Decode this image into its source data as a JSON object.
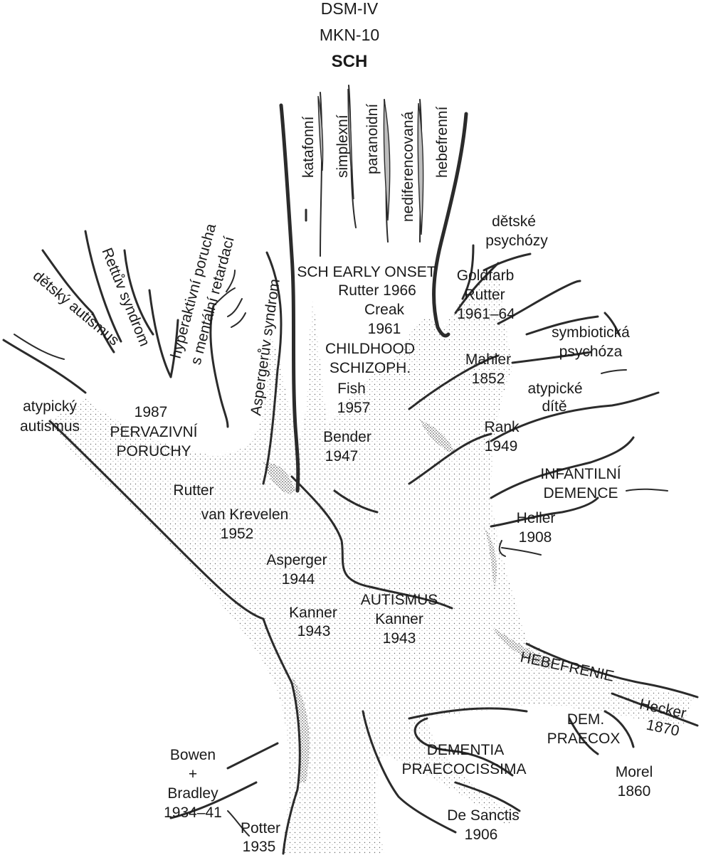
{
  "header": {
    "line1": "DSM-IV",
    "line2": "MKN-10",
    "line3": "SCH"
  },
  "branches_top": {
    "katafonni": "katafonní",
    "simplexni": "simplexní",
    "paranoidni": "paranoidní",
    "nediferencovana": "nediferencovaná",
    "hebefrenni": "hebefrenní"
  },
  "left_branches": {
    "detsky_autismus": "dětský autismus",
    "rettuv": "Rettův syndrom",
    "hyper1": "hyperaktivní porucha",
    "hyper2": "s mentální retardací",
    "asperguv": "Aspergerův syndrom"
  },
  "labels": {
    "atypicky1": "atypický",
    "atypicky2": "autismus",
    "perv_year": "1987",
    "perv1": "PERVAZIVNÍ",
    "perv2": "PORUCHY",
    "rutter": "Rutter",
    "kreveln1": "van Krevelen",
    "kreveln2": "1952",
    "asperger1": "Asperger",
    "asperger2": "1944",
    "kanner_l1": "Kanner",
    "kanner_l2": "1943",
    "autismus1": "AUTISMUS",
    "autismus2": "Kanner",
    "autismus3": "1943",
    "bender1": "Bender",
    "bender2": "1947",
    "fish1": "Fish",
    "fish2": "1957",
    "child1": "CHILDHOOD",
    "child2": "SCHIZOPH.",
    "creak1": "Creak",
    "creak2": "1961",
    "sch1": "SCH EARLY ONSET",
    "sch2": "Rutter 1966",
    "psych1": "dětské",
    "psych2": "psychózy",
    "gold1": "Goldfarb",
    "gold2": "Rutter",
    "gold3": "1961–64",
    "symb1": "symbiotická",
    "symb2": "psychóza",
    "mahler1": "Mahler",
    "mahler2": "1852",
    "atyp_dite1": "atypické",
    "atyp_dite2": "dítě",
    "rank1": "Rank",
    "rank2": "1949",
    "infant1": "INFANTILNÍ",
    "infant2": "DEMENCE",
    "heller1": "Heller",
    "heller2": "1908",
    "hebefrenie": "HEBEFRENIE",
    "hecker1": "Hecker",
    "hecker2": "1870",
    "dem1": "DEM.",
    "dem2": "PRAECOX",
    "morel1": "Morel",
    "morel2": "1860",
    "dementia1": "DEMENTIA",
    "dementia2": "PRAECOCISSIMA",
    "sanctis1": "De Sanctis",
    "sanctis2": "1906",
    "bowen1": "Bowen",
    "bowen2": "+",
    "bowen3": "Bradley",
    "bowen4": "1934–41",
    "potter1": "Potter",
    "potter2": "1935"
  }
}
